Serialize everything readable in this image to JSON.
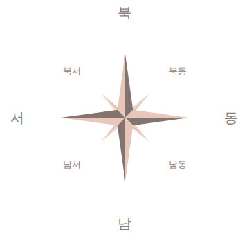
{
  "diagram": {
    "labels": [
      "북",
      "북서",
      "북동",
      "서",
      "동",
      "남서",
      "남동",
      "남"
    ]
  }
}
